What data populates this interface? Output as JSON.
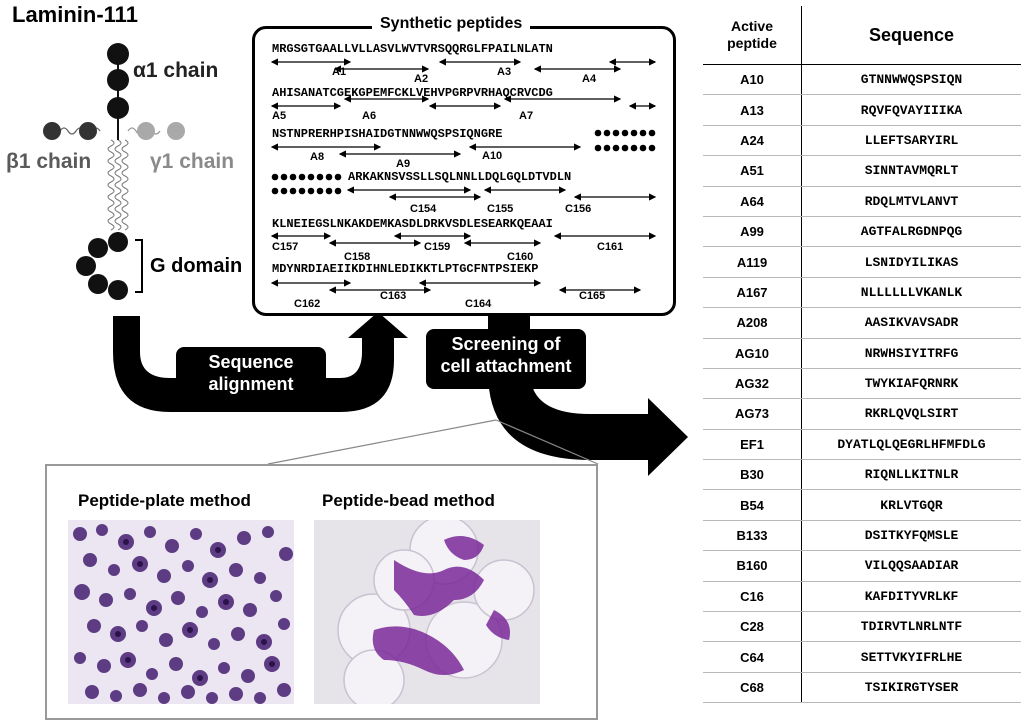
{
  "laminin": {
    "title": "Laminin-111",
    "alpha_chain": "α1 chain",
    "beta_chain": "β1 chain",
    "gamma_chain": "γ1 chain",
    "g_domain": "G domain"
  },
  "peptides_box": {
    "title": "Synthetic peptides",
    "lines": [
      "MRGSGTGAALLVLLASVLWVTVRSQQRGLFPAILNLATN",
      "AHISANATCGEKGPEMFCKLVEHVPGRPVRHAQCRVCDG",
      "NSTNPRERHPISHAIDGTNNWWQSPSIQNGRE",
      "ARKAKNSVSSLLSQLNNLLDQLGQLDTVDLN",
      "KLNEIEGSLNKAKDEMKASDLDRKVSDLESEARKQEAAI",
      "MDYNRDIAEIIKDIHNLEDIKKTLPTGCFNTPSIEKP"
    ],
    "fragments": {
      "A1": "A1",
      "A2": "A2",
      "A3": "A3",
      "A4": "A4",
      "A5": "A5",
      "A6": "A6",
      "A7": "A7",
      "A8": "A8",
      "A9": "A9",
      "A10": "A10",
      "C154": "C154",
      "C155": "C155",
      "C156": "C156",
      "C157": "C157",
      "C158": "C158",
      "C159": "C159",
      "C160": "C160",
      "C161": "C161",
      "C162": "C162",
      "C163": "C163",
      "C164": "C164",
      "C165": "C165"
    }
  },
  "process": {
    "alignment": [
      "Sequence",
      "alignment"
    ],
    "screening": [
      "Screening of",
      "cell attachment"
    ]
  },
  "methods": {
    "plate": "Peptide-plate method",
    "bead": "Peptide-bead method"
  },
  "table": {
    "header_col1": [
      "Active",
      "peptide"
    ],
    "header_col2": "Sequence",
    "rows": [
      {
        "peptide": "A10",
        "sequence": "GTNNWWQSPSIQN"
      },
      {
        "peptide": "A13",
        "sequence": "RQVFQVAYIIIKA"
      },
      {
        "peptide": "A24",
        "sequence": "LLEFTSARYIRL"
      },
      {
        "peptide": "A51",
        "sequence": "SINNTAVMQRLT"
      },
      {
        "peptide": "A64",
        "sequence": "RDQLMTVLANVT"
      },
      {
        "peptide": "A99",
        "sequence": "AGTFALRGDNPQG"
      },
      {
        "peptide": "A119",
        "sequence": "LSNIDYILIKAS"
      },
      {
        "peptide": "A167",
        "sequence": "NLLLLLLVKANLK"
      },
      {
        "peptide": "A208",
        "sequence": "AASIKVAVSADR"
      },
      {
        "peptide": "AG10",
        "sequence": "NRWHSIYITRFG"
      },
      {
        "peptide": "AG32",
        "sequence": "TWYKIAFQRNRK"
      },
      {
        "peptide": "AG73",
        "sequence": "RKRLQVQLSIRT"
      },
      {
        "peptide": "EF1",
        "sequence": "DYATLQLQEGRLHFMFDLG"
      },
      {
        "peptide": "B30",
        "sequence": "RIQNLLKITNLR"
      },
      {
        "peptide": "B54",
        "sequence": "KRLVTGQR"
      },
      {
        "peptide": "B133",
        "sequence": "DSITKYFQMSLE"
      },
      {
        "peptide": "B160",
        "sequence": "VILQQSAADIAR"
      },
      {
        "peptide": "C16",
        "sequence": "KAFDITYVRLKF"
      },
      {
        "peptide": "C28",
        "sequence": "TDIRVTLNRLNTF"
      },
      {
        "peptide": "C64",
        "sequence": "SETTVKYIFRLHE"
      },
      {
        "peptide": "C68",
        "sequence": "TSIKIRGTYSER"
      }
    ]
  },
  "colors": {
    "alpha_chain": "#111111",
    "beta_chain": "#5a5a5a",
    "gamma_chain": "#9a9a9a",
    "stain_purple": "#5b2a86",
    "arrow": "#000000"
  }
}
